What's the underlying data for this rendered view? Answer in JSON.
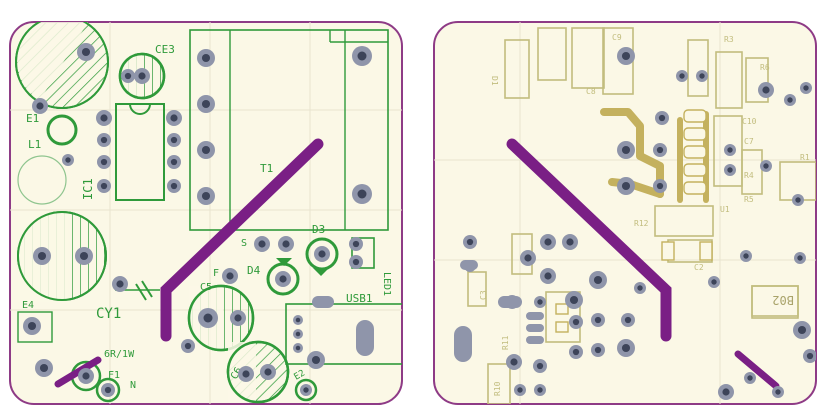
{
  "colors": {
    "board": "#fbf8e6",
    "outline": "#8e3b86",
    "copper_top": "#2f9a3a",
    "silk_bottom": "#c2bd7e",
    "pad": "#8f95aa",
    "hole": "#3d4459",
    "jumper": "#7a1f85",
    "trace_bottom": "#c4b15e",
    "grid": "#e8e4cf"
  },
  "left_board": {
    "labels": {
      "ce3": "CE3",
      "e1": "E1",
      "l1": "L1",
      "ic1": "IC1",
      "t1": "T1",
      "d3": "D3",
      "d4": "D4",
      "led1": "LED1",
      "s": "S",
      "f": "F",
      "c5": "C5",
      "usb1": "USB1",
      "cy1": "CY1",
      "e4": "E4",
      "r_6r": "6R/1W",
      "f1": "F1",
      "n": "N",
      "c6": "C6",
      "e2": "E2"
    }
  },
  "right_board": {
    "labels": {
      "d1": "D1",
      "c9": "C9",
      "c8": "C8",
      "r3": "R3",
      "c10": "C10",
      "c7": "C7",
      "r4": "R4",
      "r5": "R5",
      "r1": "R1",
      "r6": "R6",
      "u1": "U1",
      "r12": "R12",
      "c2": "C2",
      "b02": "B02",
      "c3": "C3",
      "r11": "R11",
      "r10": "R10"
    }
  }
}
